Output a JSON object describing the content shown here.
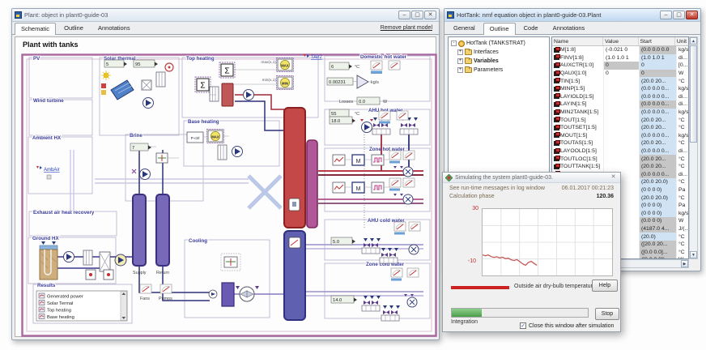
{
  "left_window": {
    "title": "Plant: object in plant0-guide-03",
    "tabs": [
      "Schematic",
      "Outline",
      "Annotations"
    ],
    "active_tab": "Schematic",
    "remove_link": "Remove plant model",
    "heading": "Plant with tanks",
    "schematic": {
      "sections": {
        "pv": "PV",
        "wind": "Wind turbine",
        "ambient": "Ambient HX",
        "exhaust": "Exhaust air heat recovery",
        "ground": "Ground HX",
        "results": "Results",
        "solar": "Solar thermal",
        "top_heating": "Top heating",
        "base_heating": "Base heating",
        "brine": "Brine",
        "cooling": "Cooling",
        "dhw": "Domestic hot water",
        "ahu_hot": "AHU hot water",
        "zone_hot": "Zone hot water",
        "ahu_cold": "AHU cold water",
        "zone_cold": "Zone cold water"
      },
      "values": {
        "solar_low": "5",
        "solar_high": "95",
        "brine_setpoint": "7",
        "dhw_cold_temp": "6",
        "dhw_flow": "0.00231",
        "dhw_losses": "0.0",
        "dhw_hot_temp": "55",
        "ahu_hot_setpoint": "18.0",
        "ahu_cold_setpoint": "5.0",
        "zone_cold_setpoint": "14.0"
      },
      "labels": {
        "tair2": "TAir2",
        "ambair": "AmbAir",
        "losses": "Losses",
        "supply": "Supply",
        "return": "Return",
        "fans": "Fans",
        "pumps": "Pumps",
        "max_fn": "max(x,1)",
        "min_fn": "min(x,1)",
        "max": "MAX",
        "min": "MIN",
        "pctrl": "P-ctrl",
        "m": "M",
        "unit_c1": "°C",
        "unit_kgs": "kg/s",
        "unit_w": "W",
        "unit_c2": "°C"
      },
      "results_items": [
        "Generated power",
        "Solar Termal",
        "Top heating",
        "Base heating"
      ]
    }
  },
  "right_window": {
    "title": "HotTank: nmf equation object in plant0-guide-03.Plant",
    "tabs": [
      "General",
      "Outline",
      "Code",
      "Annotations"
    ],
    "active_tab": "Outline",
    "tree": {
      "root": "HotTank (TANKSTRAT)",
      "children": [
        "Interfaces",
        "Variables",
        "Parameters"
      ],
      "selected": "Variables"
    },
    "table": {
      "columns": [
        "Name",
        "Value",
        "Start",
        "Unit"
      ],
      "rows": [
        {
          "n": "M[1:8]",
          "v": "(-0.021 0",
          "vb": "",
          "s": "(0.0 0.0 0.0",
          "sb": "gray",
          "u": "kg/s"
        },
        {
          "n": "FINV[1:8]",
          "v": "(1.0 1.0 1",
          "vb": "",
          "s": "(1.0 1.0 1",
          "sb": "blue",
          "u": "di..."
        },
        {
          "n": "AUXCTR[1:0]",
          "v": "0",
          "vb": "gray",
          "s": "0",
          "sb": "blue",
          "u": "[0..."
        },
        {
          "n": "QAUX[1:0]",
          "v": "0",
          "vb": "",
          "s": "0",
          "sb": "gray",
          "u": "W"
        },
        {
          "n": "TIN[1:5]",
          "v": "",
          "vb": "",
          "s": "(20.0 20...",
          "sb": "blue",
          "u": "°C"
        },
        {
          "n": "MINP[1:5]",
          "v": "",
          "vb": "",
          "s": "(0.0 0.0 0...",
          "sb": "blue",
          "u": "kg/s"
        },
        {
          "n": "LAYIOLD[1:5]",
          "v": "",
          "vb": "",
          "s": "(0.0 0.0 0...",
          "sb": "blue",
          "u": "di..."
        },
        {
          "n": "LAYIN[1:5]",
          "v": "",
          "vb": "",
          "s": "(0.0 0.0 0...",
          "sb": "gray",
          "u": "di..."
        },
        {
          "n": "MIN2TANK[1:5]",
          "v": "",
          "vb": "",
          "s": "(0.0 0.0 0...",
          "sb": "blue",
          "u": "kg/s"
        },
        {
          "n": "TOUT[1:5]",
          "v": "",
          "vb": "",
          "s": "(20.0 20...",
          "sb": "blue",
          "u": "°C"
        },
        {
          "n": "TOUTSET[1:5]",
          "v": "",
          "vb": "",
          "s": "(20.0 20...",
          "sb": "blue",
          "u": "°C"
        },
        {
          "n": "MOUT[1:5]",
          "v": "",
          "vb": "",
          "s": "(0.0 0.0 0...",
          "sb": "blue",
          "u": "kg/s"
        },
        {
          "n": "TOUTAS[1:5]",
          "v": "",
          "vb": "",
          "s": "(20.0 20...",
          "sb": "blue",
          "u": "°C"
        },
        {
          "n": "LAYOOLD[1:5]",
          "v": "",
          "vb": "",
          "s": "(0.0 0.0 0...",
          "sb": "blue",
          "u": "di..."
        },
        {
          "n": "TOUTLOC[1:5]",
          "v": "",
          "vb": "",
          "s": "(20.0 20...",
          "sb": "gray",
          "u": "°C"
        },
        {
          "n": "TOUTTANK[1:5]",
          "v": "",
          "vb": "",
          "s": "(20.0 20...",
          "sb": "gray",
          "u": "°C"
        },
        {
          "n": "LAYOUT[1:5]",
          "v": "",
          "vb": "",
          "s": "(0.0 0.0 0...",
          "sb": "gray",
          "u": "di..."
        },
        {
          "n": "",
          "v": "",
          "vb": "",
          "s": "(20.0 20.0)",
          "sb": "blue",
          "u": "°C"
        },
        {
          "n": "",
          "v": "",
          "vb": "",
          "s": "(0 0 0 0)",
          "sb": "blue",
          "u": "Pa"
        },
        {
          "n": "",
          "v": "",
          "vb": "",
          "s": "(20.0 20.0)",
          "sb": "blue",
          "u": "°C"
        },
        {
          "n": "",
          "v": "",
          "vb": "",
          "s": "(0 0 0 0)",
          "sb": "blue",
          "u": "Pa"
        },
        {
          "n": "",
          "v": "",
          "vb": "",
          "s": "(0 0 0 0)",
          "sb": "blue",
          "u": "kg/s"
        },
        {
          "n": "",
          "v": "",
          "vb": "",
          "s": "(0.0 0 0)",
          "sb": "gray",
          "u": "W"
        },
        {
          "n": "",
          "v": "",
          "vb": "",
          "s": "(4187.0 4...",
          "sb": "gray",
          "u": "J/(..."
        },
        {
          "n": "",
          "v": "",
          "vb": "",
          "s": "(20.0)",
          "sb": "blue",
          "u": "°C"
        },
        {
          "n": "",
          "v": "",
          "vb": "",
          "s": "([20.0 20...",
          "sb": "gray",
          "u": "°C"
        },
        {
          "n": "",
          "v": "",
          "vb": "",
          "s": "([0.0 0.0]...",
          "sb": "gray",
          "u": "°C"
        },
        {
          "n": "",
          "v": "",
          "vb": "",
          "s": "([0.0 0.0])",
          "sb": "gray",
          "u": "W"
        }
      ]
    }
  },
  "dialog": {
    "title": "Simulating the system plant0-guide-03.",
    "message": "See run-time messages in log window",
    "timestamp": "06.01.2017 00:21:23",
    "phase_label": "Calculation phase",
    "phase_value": "120.36",
    "help_button": "Help",
    "stop_button": "Stop",
    "progress_label": "Integration",
    "progress_percent": 22,
    "checkbox_label": "Close this window after simulation",
    "checkbox_checked": true,
    "chart_data": {
      "type": "line",
      "title": "",
      "ylim": [
        -20,
        30
      ],
      "yticks": [
        "30",
        "-10"
      ],
      "grid": true,
      "grid_cols": 7,
      "grid_rows": 4,
      "extent_fraction": 0.42,
      "series": [
        {
          "name": "Outside air dry-bulb temperature",
          "color": "#c65858",
          "values": [
            -4.5,
            -5.2,
            -4.6,
            -5.8,
            -6.4,
            -5.9,
            -6.8,
            -6.2,
            -7.4,
            -7.0,
            -8.2,
            -8.8,
            -8.0,
            -9.6,
            -11.2,
            -12.4,
            -10.2,
            -9.4,
            -11.0,
            -12.3
          ]
        }
      ]
    }
  },
  "colors": {
    "frame_purple": "#a868a0",
    "section_label": "#3c3c9c",
    "link_blue": "#2040c0",
    "tank_red": "#c44848",
    "tank_purple": "#7868b8",
    "tank_magenta": "#b05898",
    "tank_cold": "#6060b0",
    "progress_green": "#58b058",
    "chart_line": "#c65858",
    "legend_red": "#cc2222",
    "start_cell_blue": "#cfe3f5",
    "start_cell_gray": "#c6c6c6"
  }
}
